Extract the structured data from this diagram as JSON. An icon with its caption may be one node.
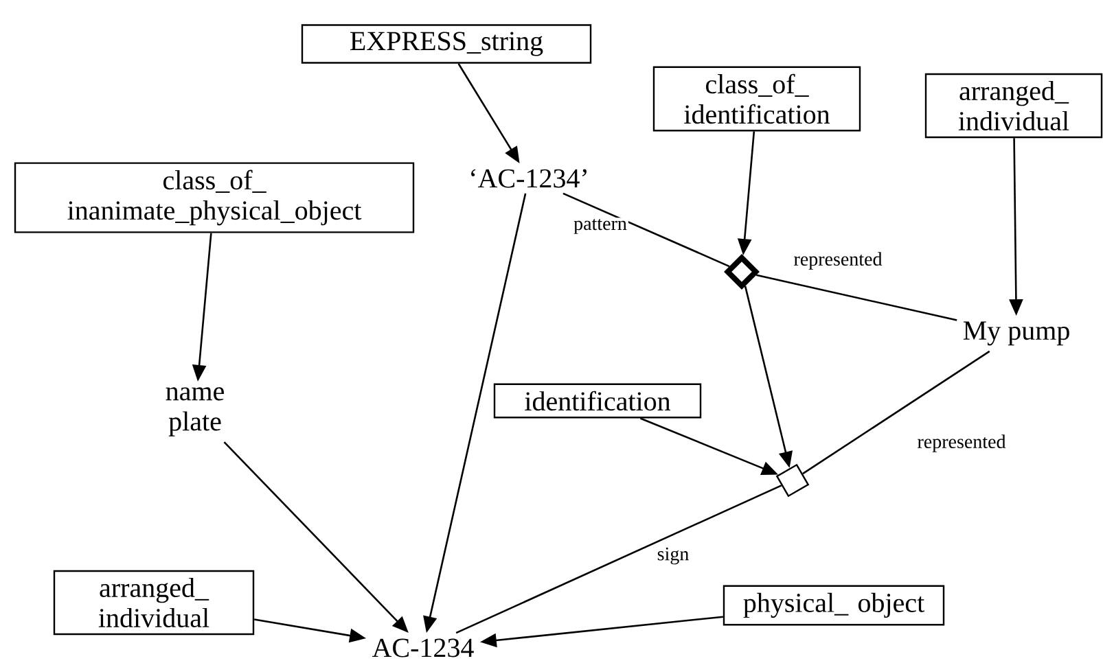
{
  "diagram": {
    "nodes": [
      {
        "text": [
          "EXPRESS_string"
        ]
      },
      {
        "text": [
          "class_of_ identification"
        ]
      },
      {
        "text": [
          "arranged_ individual"
        ]
      },
      {
        "text": [
          "class_of_ inanimate_physical_object"
        ]
      },
      {
        "text": [
          "‘AC-1234’"
        ]
      },
      {
        "text": [],
        "shape": "diamond"
      },
      {
        "text": [
          "My pump"
        ]
      },
      {
        "text": [
          "name plate"
        ]
      },
      {
        "text": [
          "identification"
        ]
      },
      {
        "text": [],
        "shape": "diamond"
      },
      {
        "text": [
          "arranged_ individual"
        ]
      },
      {
        "text": [
          "physical_ object"
        ]
      },
      {
        "text": [
          "AC-1234"
        ]
      }
    ],
    "edges": [
      {
        "from": 0,
        "to": 4,
        "arrow": "to"
      },
      {
        "from": 1,
        "to": 5,
        "arrow": "to"
      },
      {
        "from": 2,
        "to": 6,
        "arrow": "to"
      },
      {
        "from": 3,
        "to": 7,
        "arrow": "to"
      },
      {
        "from": 4,
        "to": 5,
        "arrow": "none",
        "label": "pattern"
      },
      {
        "from": 5,
        "to": 6,
        "arrow": "none",
        "label": "represented"
      },
      {
        "from": 5,
        "to": 9,
        "arrow": "to"
      },
      {
        "from": 8,
        "to": 9,
        "arrow": "to"
      },
      {
        "from": 9,
        "to": 6,
        "arrow": "none",
        "label": "represented"
      },
      {
        "from": 4,
        "to": 12,
        "arrow": "to"
      },
      {
        "from": 7,
        "to": 12,
        "arrow": "to"
      },
      {
        "from": 10,
        "to": 12,
        "arrow": "to"
      },
      {
        "from": 9,
        "to": 12,
        "arrow": "none",
        "label": "sign"
      },
      {
        "from": 11,
        "to": 12,
        "arrow": "to"
      }
    ]
  }
}
